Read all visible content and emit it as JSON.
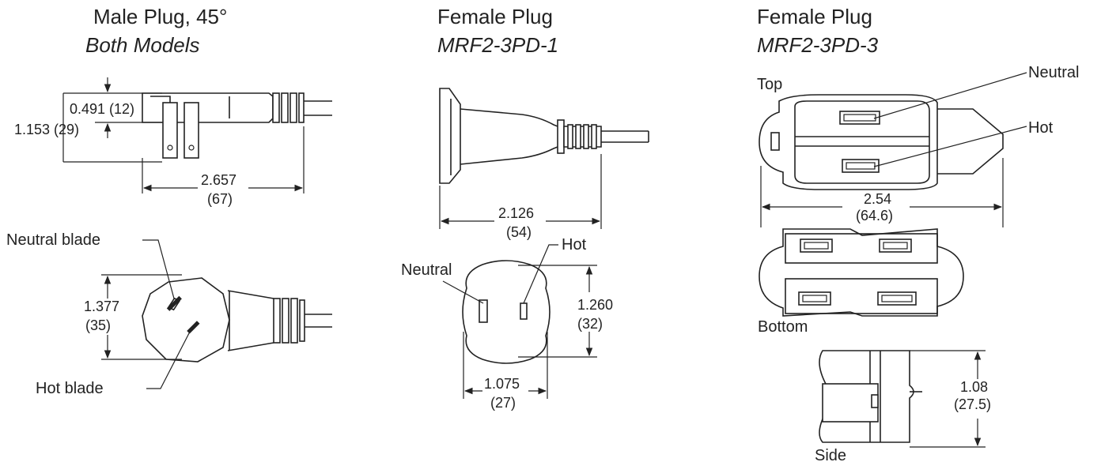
{
  "panels": {
    "male": {
      "title": "Male Plug, 45°",
      "subtitle": "Both Models"
    },
    "female1": {
      "title": "Female Plug",
      "subtitle": "MRF2-3PD-1"
    },
    "female3": {
      "title": "Female Plug",
      "subtitle": "MRF2-3PD-3"
    }
  },
  "male_side": {
    "dim_blade": "0.491 (12)",
    "dim_height": "1.153 (29)",
    "dim_length_in": "2.657",
    "dim_length_mm": "(67)"
  },
  "male_face": {
    "neutral_label": "Neutral blade",
    "hot_label": "Hot blade",
    "dim_in": "1.377",
    "dim_mm": "(35)"
  },
  "female1_side": {
    "dim_in": "2.126",
    "dim_mm": "(54)"
  },
  "female1_face": {
    "neutral_label": "Neutral",
    "hot_label": "Hot",
    "height_in": "1.260",
    "height_mm": "(32)",
    "width_in": "1.075",
    "width_mm": "(27)"
  },
  "female3": {
    "top_label": "Top",
    "neutral_label": "Neutral",
    "hot_label": "Hot",
    "length_in": "2.54",
    "length_mm": "(64.6)",
    "bottom_label": "Bottom",
    "side_label": "Side",
    "side_in": "1.08",
    "side_mm": "(27.5)"
  }
}
